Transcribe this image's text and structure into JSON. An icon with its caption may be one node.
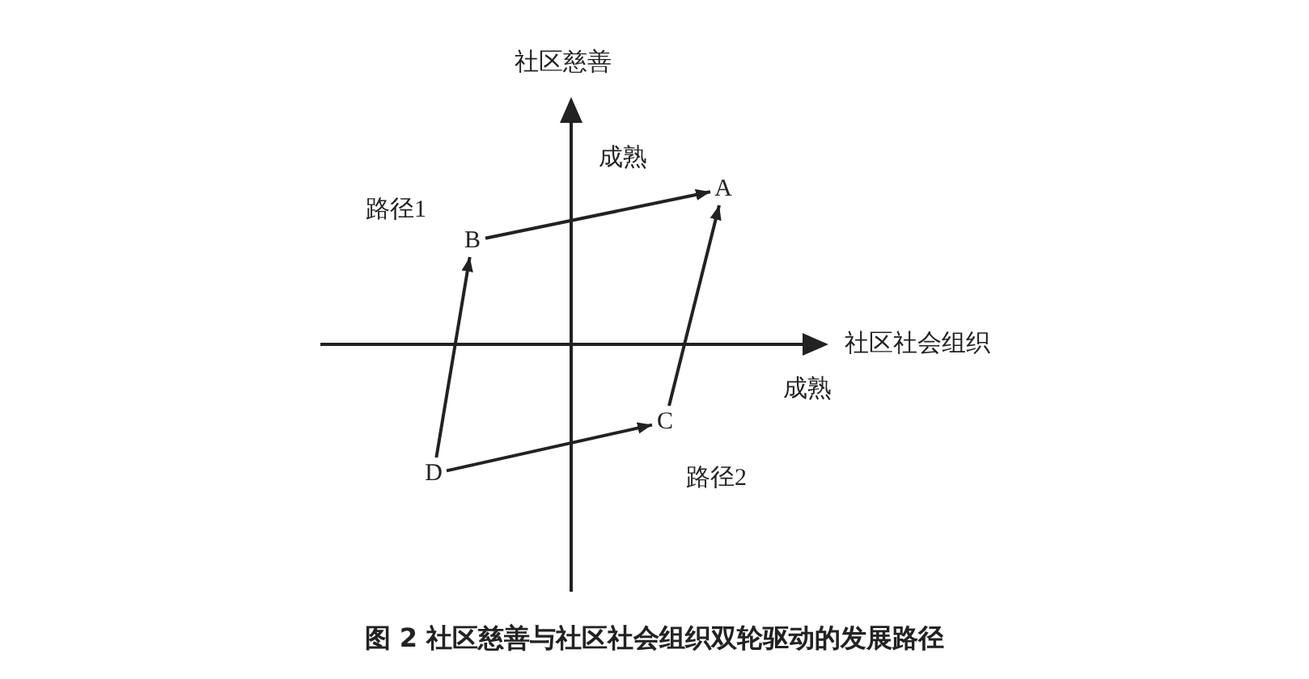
{
  "diagram": {
    "caption": "图 2 社区慈善与社区社会组织双轮驱动的发展路径",
    "nodes": [
      {
        "text": [
          "A"
        ]
      },
      {
        "text": [
          "B"
        ]
      },
      {
        "text": [
          "C"
        ]
      },
      {
        "text": [
          "D"
        ]
      }
    ],
    "edges": [
      {
        "from": 3,
        "to": 1,
        "arrow": "to"
      },
      {
        "from": 1,
        "to": 0,
        "arrow": "to"
      },
      {
        "from": 3,
        "to": 2,
        "arrow": "to"
      },
      {
        "from": 2,
        "to": 0,
        "arrow": "to"
      }
    ],
    "labels": [
      "社区慈善",
      "成熟",
      "路径1",
      "社区社会组织",
      "成熟",
      "路径2"
    ]
  }
}
